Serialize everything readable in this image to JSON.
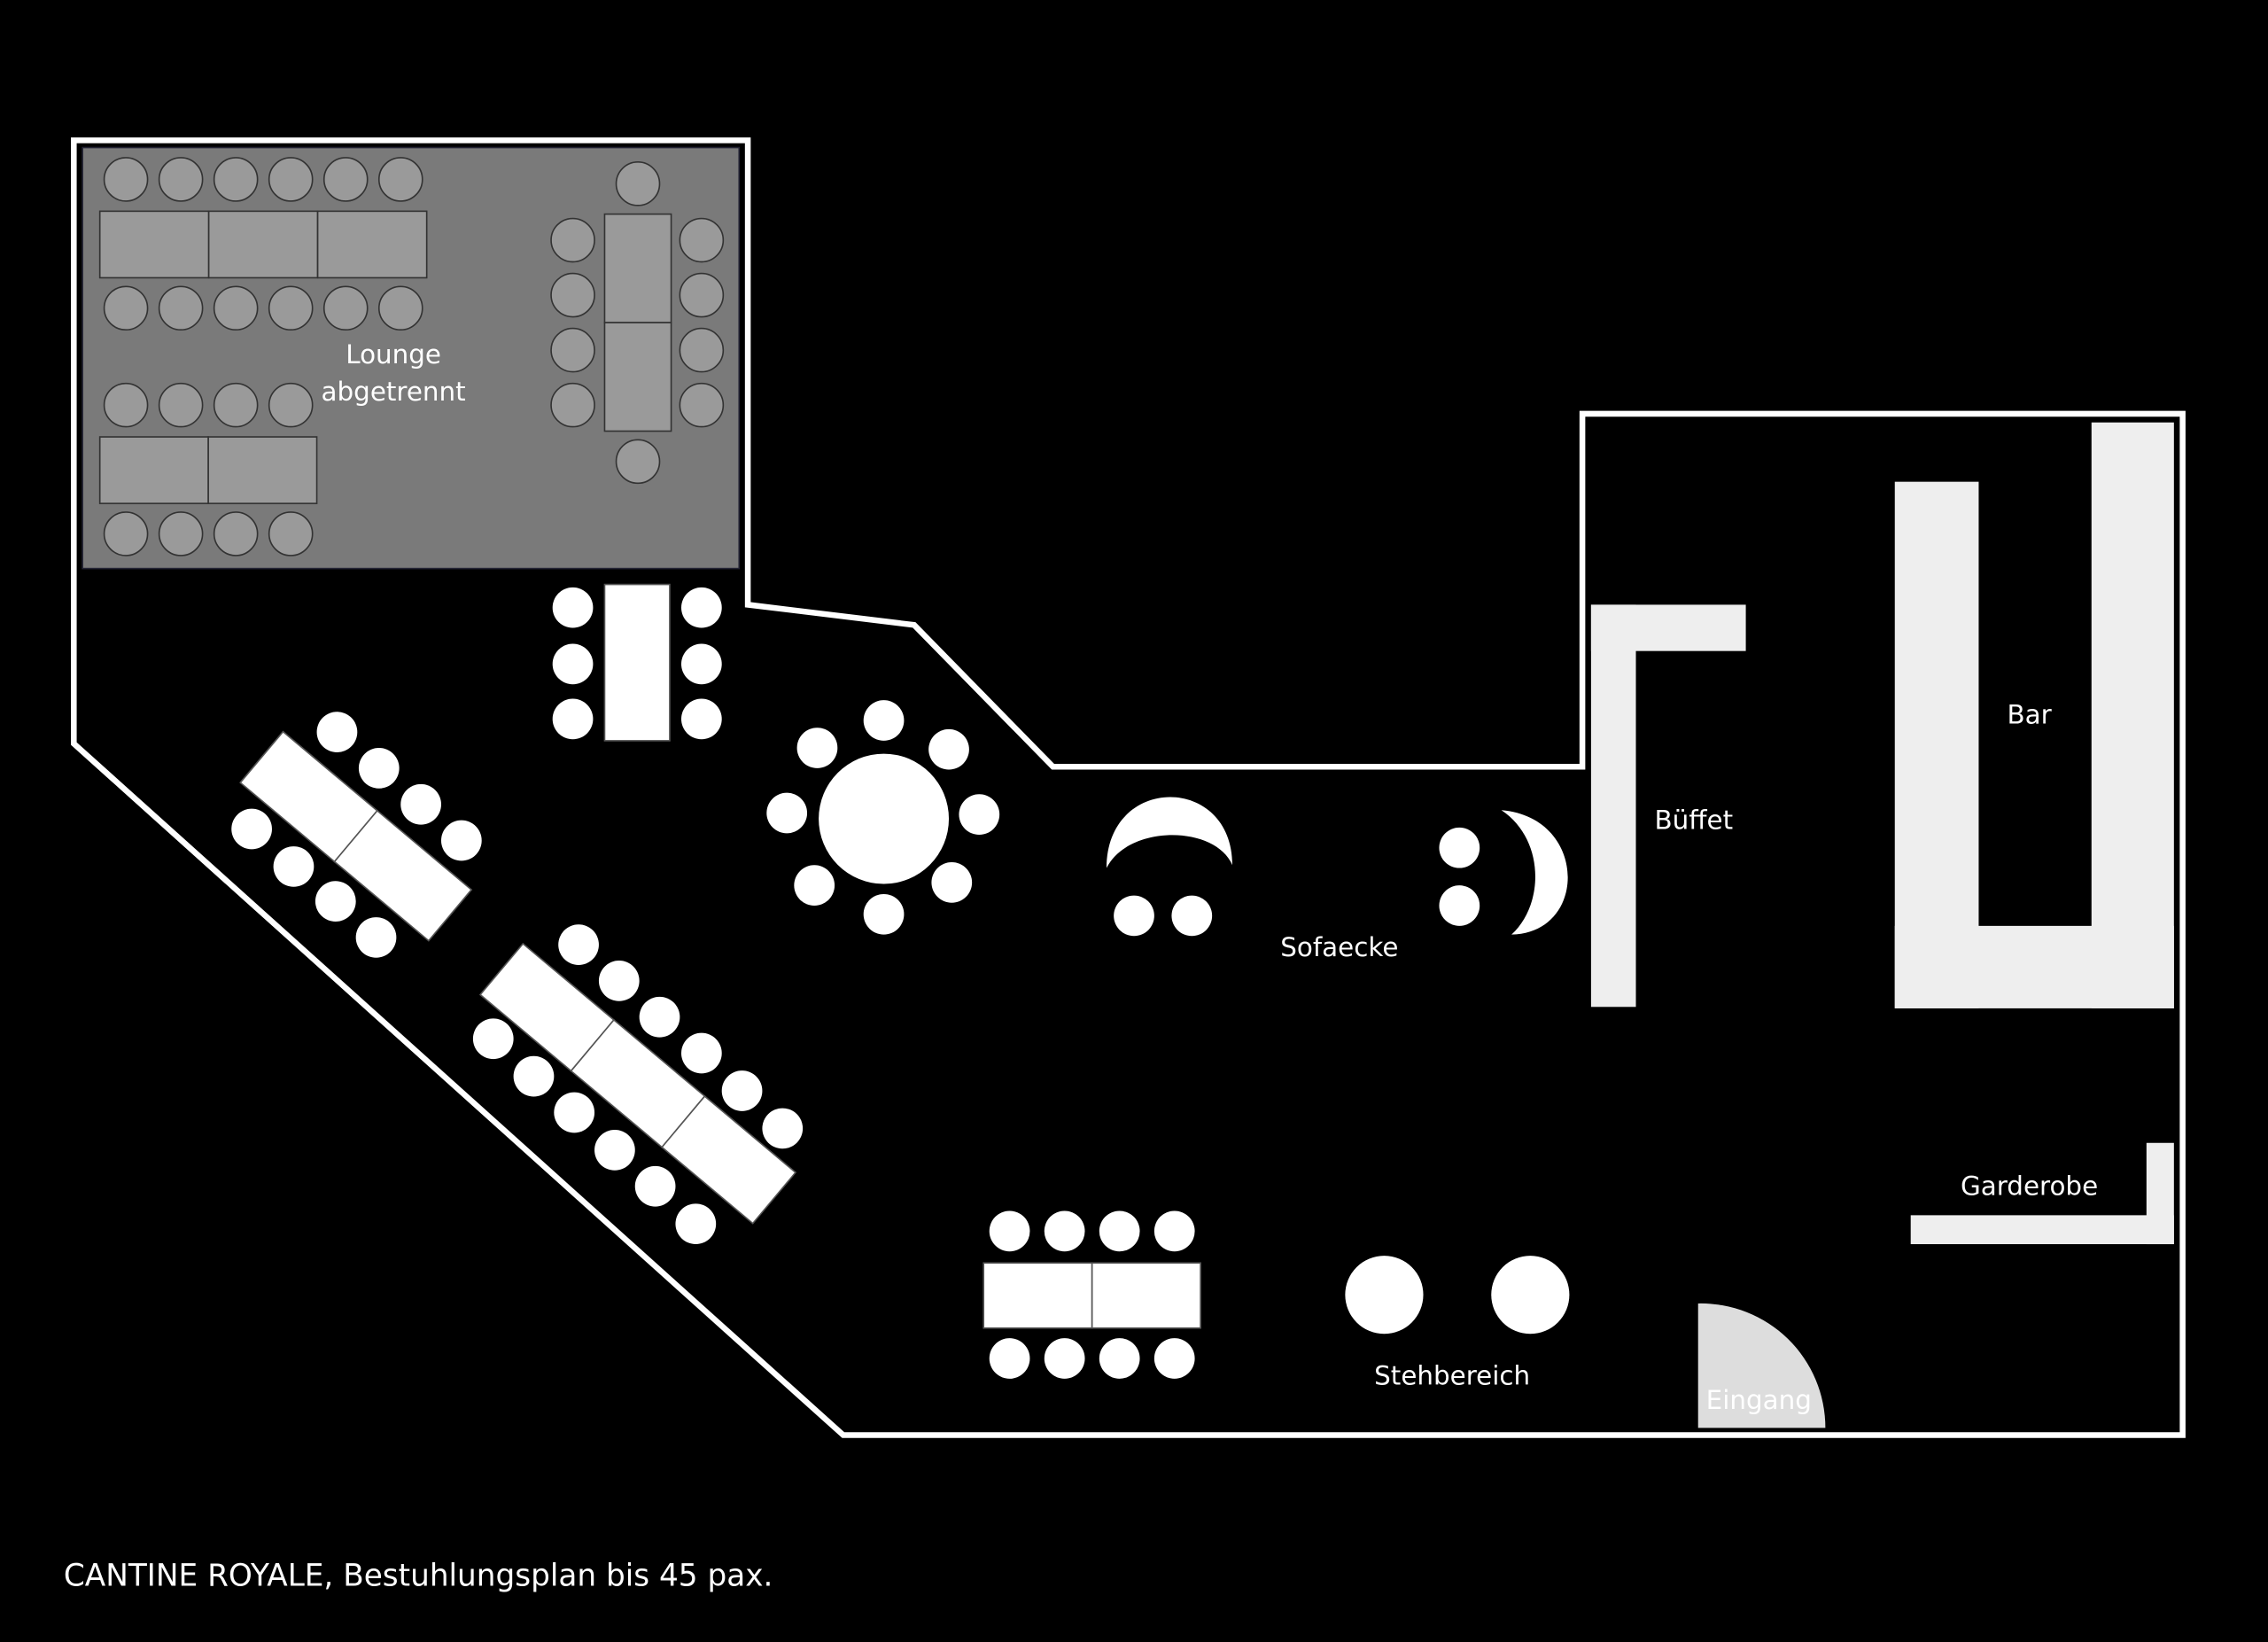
{
  "caption": "CANTINE ROYALE, Bestuhlungsplan bis 45 pax.",
  "areas": {
    "lounge_line1": "Lounge",
    "lounge_line2": "abgetrennt",
    "bar": "Bar",
    "buffet": "Büffet",
    "sofa": "Sofaecke",
    "garderobe": "Garderobe",
    "stehbereich": "Stehbereich",
    "eingang": "Eingang"
  },
  "colors": {
    "background": "#000000",
    "wall": "#ffffff",
    "lounge": "#7a7a7a",
    "lounge_furniture": "#9a9a9a",
    "furniture": "#ffffff",
    "fixtures": "#eeeeee"
  }
}
